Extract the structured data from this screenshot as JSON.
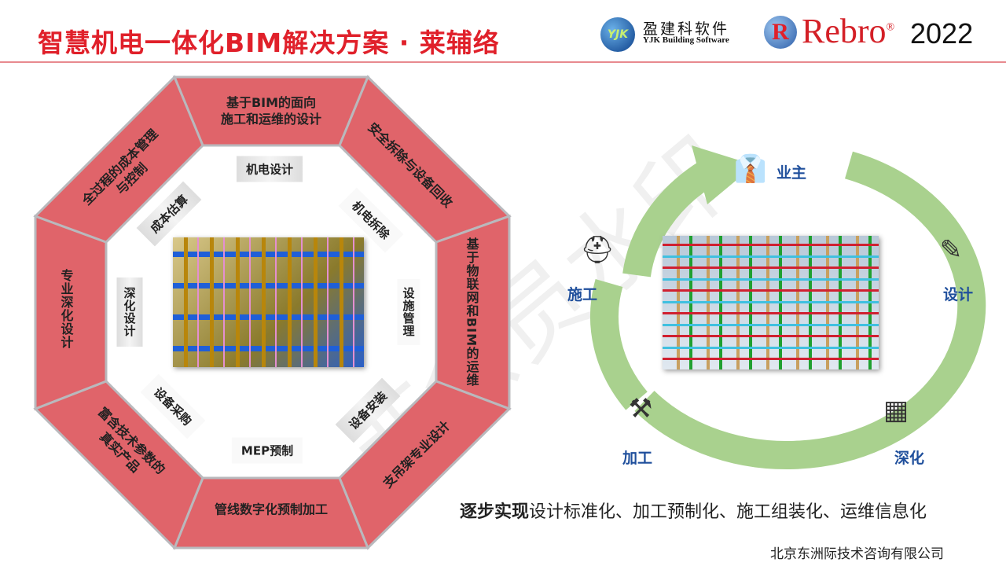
{
  "header": {
    "title": "智慧机电一体化BIM解决方案 · 莱辅络",
    "yjk_mark": "YJK",
    "yjk_cn": "盈建科软件",
    "yjk_en": "YJK Building Software",
    "rebro_mark": "R",
    "rebro": "Rebro",
    "rebro_reg": "®",
    "year": "2022"
  },
  "octagon": {
    "outer": [
      "基于BIM的面向\n施工和运维的设计",
      "安全拆除与设备回收",
      "基于物联网和BIM的运维",
      "支吊架专业设计",
      "管线数字化预制加工",
      "富含技术参数的\n真实产品",
      "专业深化设计",
      "全过程的成本管理\n与控制"
    ],
    "inner": [
      "机电设计",
      "机电拆除",
      "设施管理",
      "设备安装",
      "MEP预制",
      "设备采购",
      "深化设计",
      "成本估算"
    ],
    "fill": "#e0646a",
    "border": "#b9b9bd"
  },
  "cycle": {
    "roles": [
      "业主",
      "设计",
      "深化",
      "加工",
      "施工"
    ],
    "ring_color": "#a9d18e"
  },
  "slogan": {
    "bold": "逐步实现",
    "text": "设计标准化、加工预制化、施工组装化、运维信息化"
  },
  "footer": "北京东洲际技术咨询有限公司",
  "watermark": "非会员水印"
}
